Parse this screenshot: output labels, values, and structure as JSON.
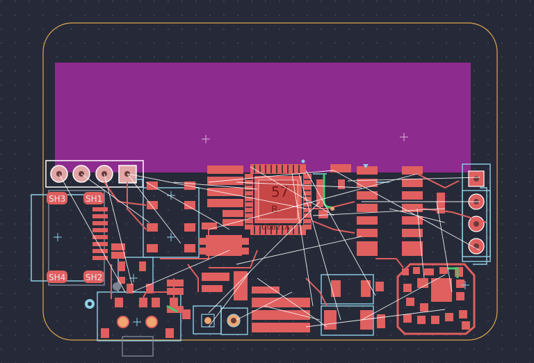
{
  "view": {
    "title": "PCB layout editor"
  },
  "colors": {
    "background": "#262a38",
    "outline": "#e0a84d",
    "zone": "#8e2b8e",
    "pad": "#e05f5f",
    "silk": "#8fd1e8",
    "trace": "#e05f5f",
    "ratsnest": "#ffffff",
    "highlight": "#47c76e"
  },
  "labels": {
    "sh3": "SH3",
    "sh1": "SH1",
    "sh4": "SH4",
    "sh2": "SH2",
    "ic_ref": "57",
    "ic_sub": "B-",
    "ic_code": "G0B21A"
  },
  "components": {
    "usb_connector": "USB",
    "header_left": "4-pin header",
    "header_right": "4-pin header",
    "mcu": "QFN IC",
    "zone": "copper pour"
  }
}
